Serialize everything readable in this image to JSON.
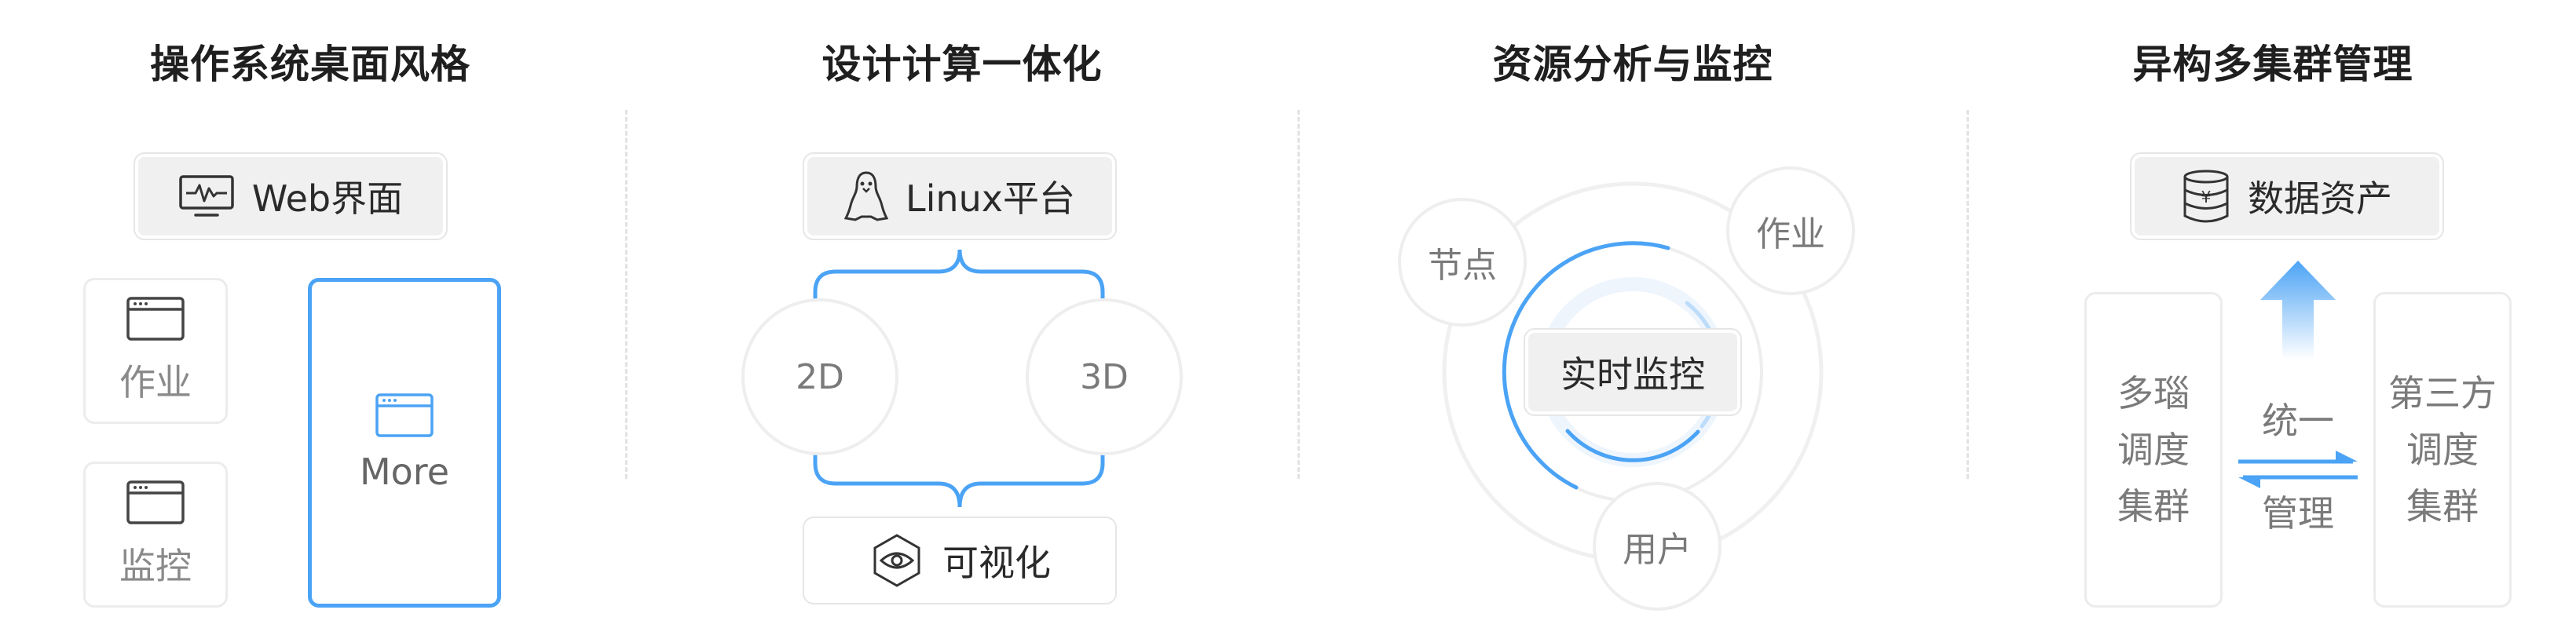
{
  "panel1": {
    "title": "操作系统桌面风格",
    "web_label": "Web界面",
    "job_label": "作业",
    "monitor_label": "监控",
    "more_label": "More"
  },
  "panel2": {
    "title": "设计计算一体化",
    "linux_label": "Linux平台",
    "left_label": "2D",
    "right_label": "3D",
    "visual_label": "可视化"
  },
  "panel3": {
    "title": "资源分析与监控",
    "node_label": "节点",
    "job_label": "作业",
    "user_label": "用户",
    "center_label": "实时监控"
  },
  "panel4": {
    "title": "异构多集群管理",
    "asset_label": "数据资产",
    "left_lines": [
      "多瑙",
      "调度",
      "集群"
    ],
    "right_lines": [
      "第三方",
      "调度",
      "集群"
    ],
    "mid_top": "统一",
    "mid_bottom": "管理"
  },
  "colors": {
    "accent": "#4ba3f5",
    "chip_bg": "#f0f0f0",
    "border": "#ececec"
  },
  "icons": [
    "monitor-icon",
    "window-icon",
    "linux-penguin-icon",
    "eye-icon",
    "database-icon",
    "up-arrow-icon",
    "exchange-arrows-icon"
  ]
}
